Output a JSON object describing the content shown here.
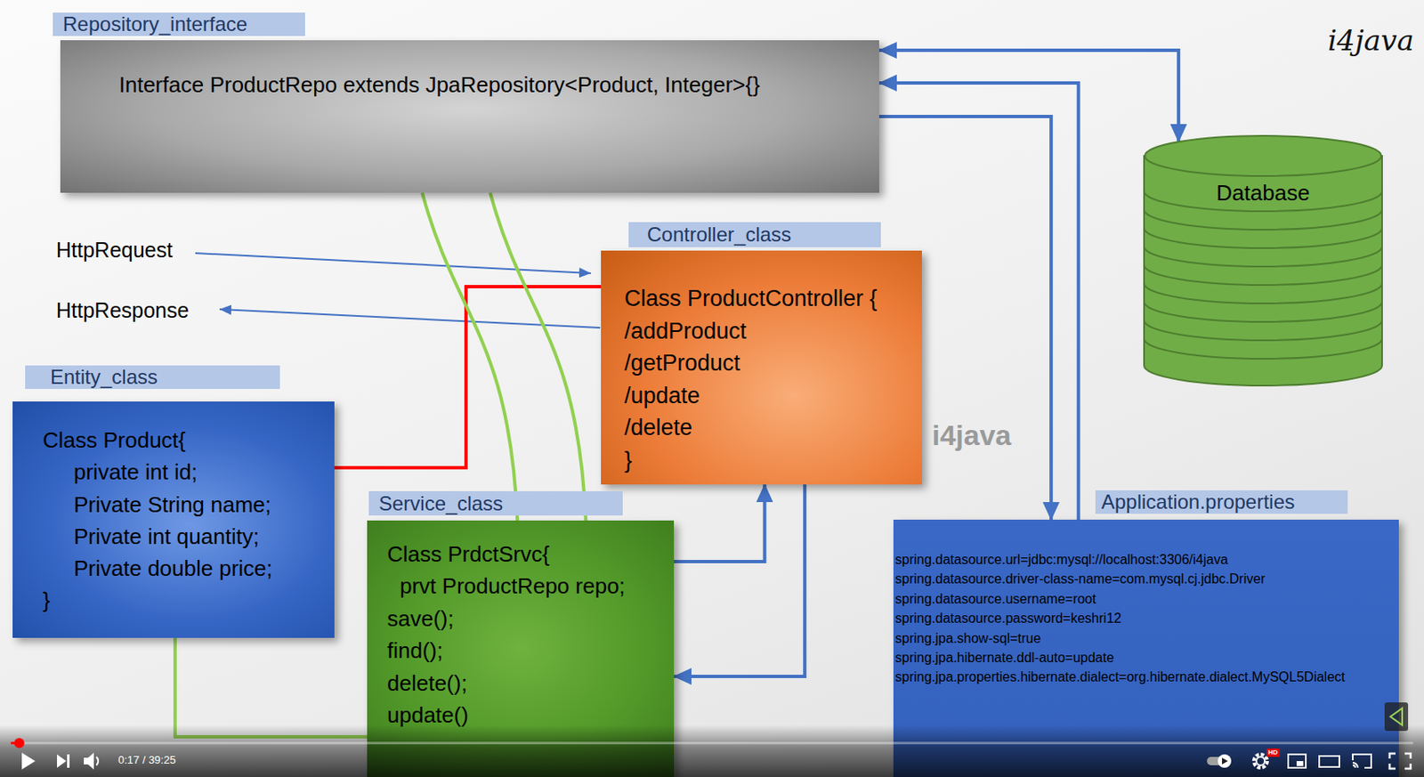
{
  "diagram": {
    "nodes": [
      {
        "text": [
          "Repository_interface",
          "Interface ProductRepo extends JpaRepository<Product, Integer>{}"
        ]
      },
      {
        "text": [
          "Database"
        ]
      },
      {
        "text": [
          "Controller_class",
          "Class ProductController {",
          "/addProduct",
          "/getProduct",
          "/update",
          "/delete",
          "}"
        ]
      },
      {
        "text": [
          "Entity_class",
          "Class Product{",
          "private int id;",
          "Private String name;",
          "Private int quantity;",
          "Private double price;",
          "}"
        ]
      },
      {
        "text": [
          "Service_class",
          "Class PrdctSrvc{",
          "prvt ProductRepo repo;",
          "save();",
          "find();",
          "delete();",
          "update()"
        ]
      },
      {
        "text": [
          "Application.properties",
          "spring.datasource.url=jdbc:mysql://localhost:3306/i4java",
          "spring.datasource.driver-class-name=com.mysql.cj.jdbc.Driver",
          "spring.datasource.username=root",
          "spring.datasource.password=keshri12",
          "spring.jpa.show-sql=true",
          "spring.jpa.hibernate.ddl-auto=update",
          "spring.jpa.properties.hibernate.dialect=org.hibernate.dialect.MySQL5Dialect"
        ]
      }
    ],
    "edges": [
      {
        "from": 0,
        "to": 1,
        "arrow": "both"
      },
      {
        "from": 5,
        "to": 0,
        "arrow": "to"
      },
      {
        "from": 0,
        "to": 5,
        "arrow": "to"
      },
      {
        "from": 3,
        "to": 2,
        "arrow": "none"
      },
      {
        "from": 0,
        "to": 4,
        "arrow": "none"
      },
      {
        "from": 0,
        "to": 4,
        "arrow": "none"
      },
      {
        "from": 4,
        "to": 2,
        "arrow": "to"
      },
      {
        "from": 2,
        "to": 4,
        "arrow": "to"
      },
      {
        "from": 3,
        "to": 4,
        "arrow": "none"
      }
    ],
    "labels": [
      "HttpRequest",
      "HttpResponse",
      "i4java",
      "i4java",
      "0:17 / 39:25",
      "HD"
    ]
  }
}
